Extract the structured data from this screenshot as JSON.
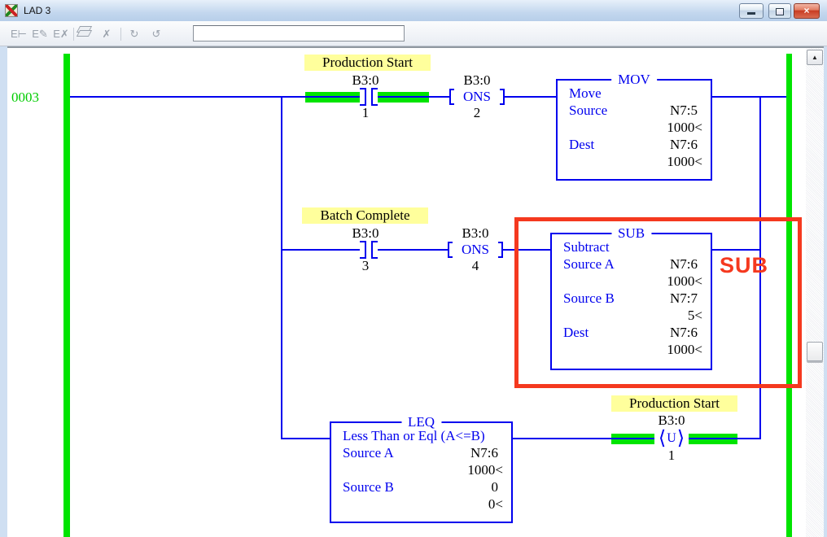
{
  "window": {
    "title": "LAD 3",
    "controls": {
      "close_glyph": "×"
    }
  },
  "toolbar": {
    "icons": {
      "insert_rung": "E⊢",
      "edit_rung": "E✎",
      "delete_rung": "E✗",
      "delete": "✗",
      "redo": "↻",
      "undo": "↺",
      "scroll_up": "▲"
    },
    "search_value": ""
  },
  "rung": {
    "number": "0003"
  },
  "colors": {
    "wire": "#0000ee",
    "rail": "#00e400",
    "comment_bg": "#ffff9c",
    "annotation": "#f5391f"
  },
  "branch1": {
    "comment": "Production Start",
    "contact": {
      "addr": "B3:0",
      "bit": "1"
    },
    "ons": {
      "addr": "B3:0",
      "label": "ONS",
      "bit": "2"
    },
    "block": {
      "title": "MOV",
      "desc": "Move",
      "rows": [
        {
          "label": "Source",
          "value": "N7:5"
        },
        {
          "label": "",
          "value": "1000<"
        },
        {
          "label": "Dest",
          "value": "N7:6"
        },
        {
          "label": "",
          "value": "1000<"
        }
      ]
    }
  },
  "branch2": {
    "comment": "Batch Complete",
    "contact": {
      "addr": "B3:0",
      "bit": "3"
    },
    "ons": {
      "addr": "B3:0",
      "label": "ONS",
      "bit": "4"
    },
    "block": {
      "title": "SUB",
      "desc": "Subtract",
      "rows": [
        {
          "label": "Source A",
          "value": "N7:6"
        },
        {
          "label": "",
          "value": "1000<"
        },
        {
          "label": "Source B",
          "value": "N7:7"
        },
        {
          "label": "",
          "value": "5<"
        },
        {
          "label": "Dest",
          "value": "N7:6"
        },
        {
          "label": "",
          "value": "1000<"
        }
      ]
    }
  },
  "branch3": {
    "block": {
      "title": "LEQ",
      "desc": "Less Than or Eql (A<=B)",
      "rows": [
        {
          "label": "Source A",
          "value": "N7:6"
        },
        {
          "label": "",
          "value": "1000<"
        },
        {
          "label": "Source B",
          "value": "0"
        },
        {
          "label": "",
          "value": "0<"
        }
      ]
    },
    "coil": {
      "comment": "Production Start",
      "addr": "B3:0",
      "symbol": "U",
      "open": "⟨",
      "close": "⟩",
      "bit": "1"
    }
  },
  "annotation": {
    "label": "SUB"
  }
}
